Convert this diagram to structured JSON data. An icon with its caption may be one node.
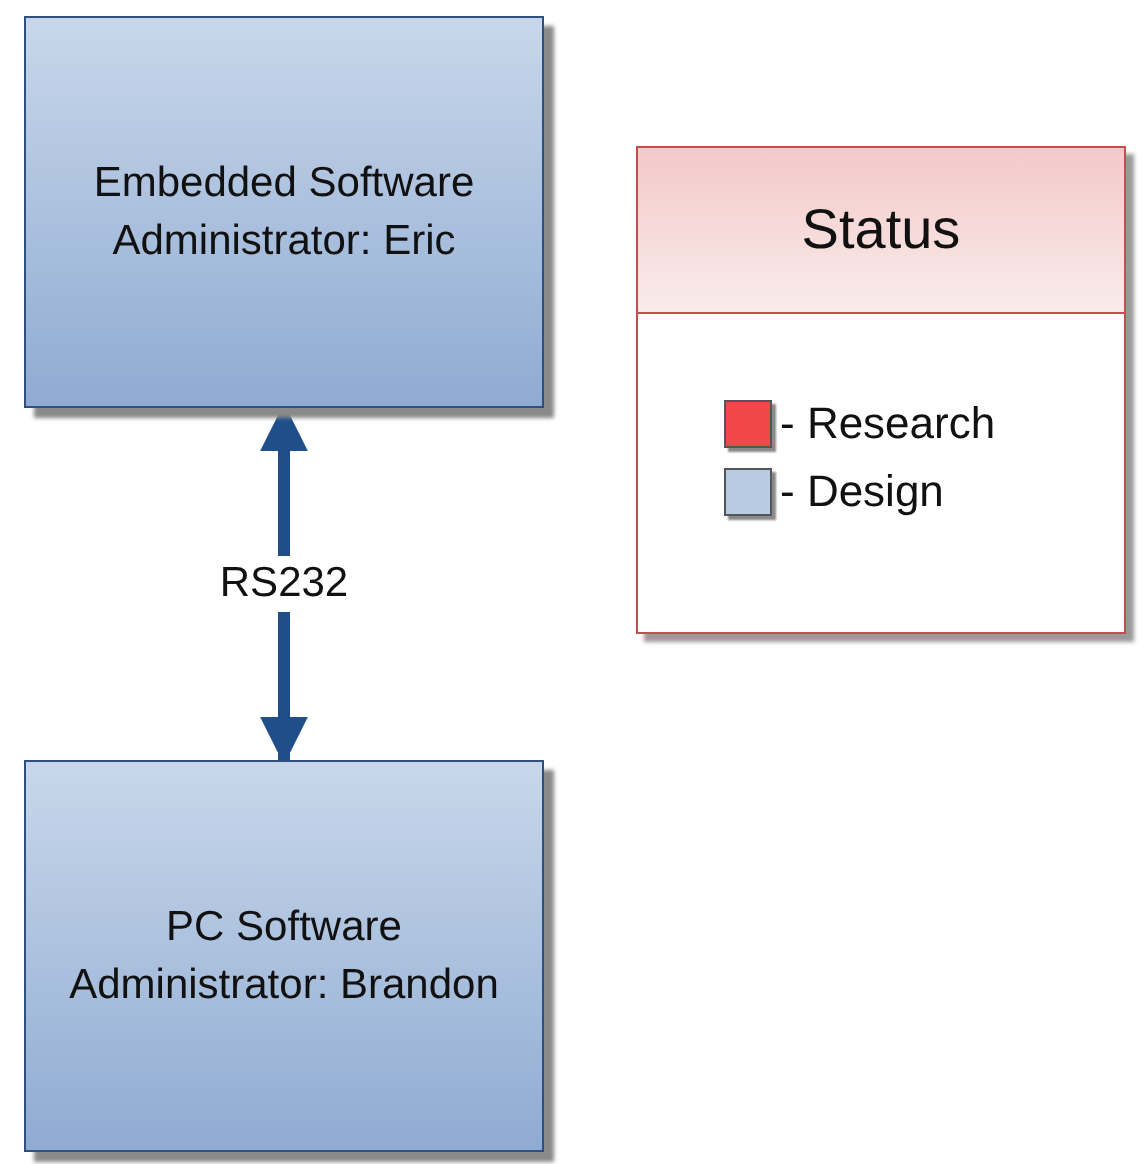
{
  "diagram": {
    "nodes": [
      {
        "text": [
          "Embedded Software Administrator: Eric"
        ]
      },
      {
        "text": [
          "PC Software Administrator: Brandon"
        ]
      },
      {
        "text": [
          "Status"
        ]
      }
    ],
    "edges": [
      {
        "from": 0,
        "to": 1,
        "arrow": "both",
        "label": "RS232"
      }
    ],
    "legend": [
      {
        "text": "- Research",
        "color": "#f04848"
      },
      {
        "text": "- Design",
        "color": "#b9cbe2"
      }
    ]
  }
}
